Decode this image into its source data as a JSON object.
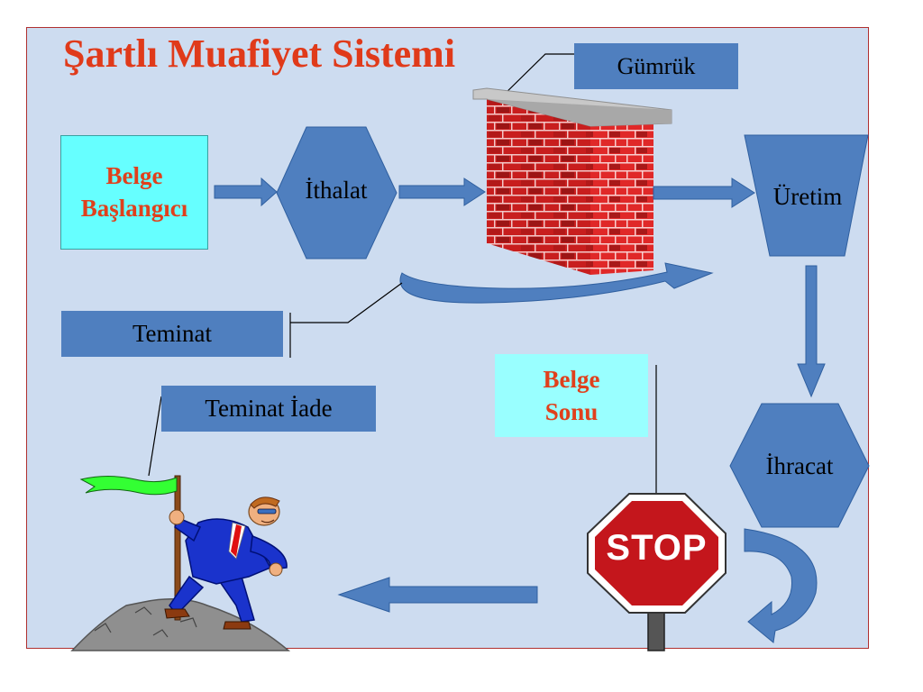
{
  "title": "Şartlı Muafiyet Sistemi",
  "boxes": {
    "gumruk": "Gümrük",
    "belge_baslangici_line1": "Belge",
    "belge_baslangici_line2": "Başlangıcı",
    "ithalat": "İthalat",
    "uretim": "Üretim",
    "teminat": "Teminat",
    "belge_sonu_line1": "Belge",
    "belge_sonu_line2": "Sonu",
    "teminat_iade": "Teminat İade",
    "ihracat": "İhracat",
    "stop_sign": "STOP"
  },
  "colors": {
    "title": "#e03a1a",
    "shape_blue": "#4f7fbf",
    "background": "#cddcf0",
    "cyan_box": "#66ffff",
    "brick": "#c8201c",
    "flag": "#33ff33"
  }
}
